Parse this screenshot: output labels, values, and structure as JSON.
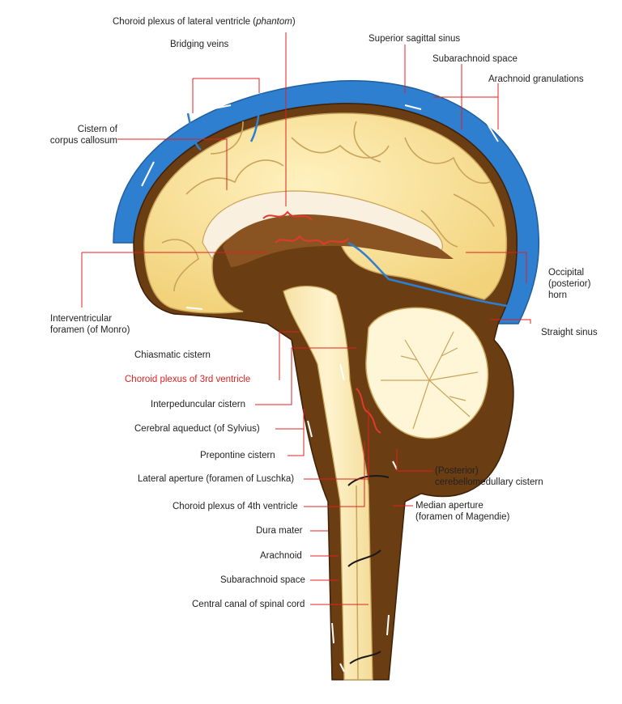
{
  "labels": {
    "choroid_lateral_prefix": "Choroid plexus of lateral ventricle (",
    "choroid_lateral_italic": "phantom",
    "choroid_lateral_suffix": ")",
    "bridging_veins": "Bridging veins",
    "superior_sagittal_sinus": "Superior sagittal sinus",
    "subarachnoid_space_top": "Subarachnoid space",
    "arachnoid_granulations": "Arachnoid granulations",
    "cistern_cc_line1": "Cistern of",
    "cistern_cc_line2": "corpus callosum",
    "occipital_line1": "Occipital",
    "occipital_line2": "(posterior)",
    "occipital_line3": "horn",
    "straight_sinus": "Straight sinus",
    "ivf_line1": "Interventricular",
    "ivf_line2": "foramen (of Monro)",
    "chiasmatic_cistern": "Chiasmatic cistern",
    "choroid_3rd": "Choroid plexus of 3rd ventricle",
    "interpeduncular_cistern": "Interpeduncular cistern",
    "cerebral_aqueduct": "Cerebral aqueduct (of Sylvius)",
    "prepontine_cistern": "Prepontine cistern",
    "lateral_aperture": "Lateral aperture (foramen of Luschka)",
    "choroid_4th": "Choroid plexus of 4th ventricle",
    "dura_mater": "Dura mater",
    "arachnoid": "Arachnoid",
    "subarachnoid_space_bottom": "Subarachnoid space",
    "central_canal": "Central canal of spinal cord",
    "cmc_line1": "(Posterior)",
    "cmc_line2": "cerebellomedullary cistern",
    "magendie_line1": "Median aperture",
    "magendie_line2": "(foramen of Magendie)"
  },
  "colors": {
    "brain": "#fbe6a0",
    "brain_edge": "#c9a45a",
    "csf": "#6b3d12",
    "dura_blue": "#2f7fd0",
    "leader_red": "#e02020",
    "vessel_red": "#e03b2a"
  }
}
